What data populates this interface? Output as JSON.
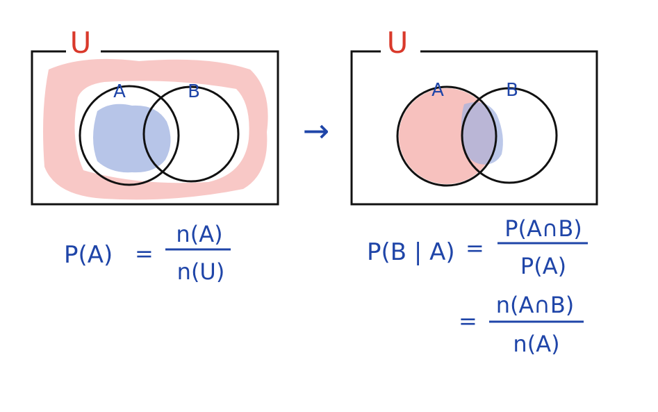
{
  "colors": {
    "ink": "#111111",
    "blue_ink": "#1f45a8",
    "red_ink": "#d9392b",
    "pink_fill": "#f4a7a3",
    "blue_fill": "#9fb1e0"
  },
  "left_diagram": {
    "universe_label": "U",
    "set_a_label": "A",
    "set_b_label": "B"
  },
  "right_diagram": {
    "universe_label": "U",
    "set_a_label": "A",
    "set_b_label": "B"
  },
  "arrow_glyph": "→",
  "formula_left": {
    "lhs": "P(A)",
    "equals": "=",
    "numerator": "n(A)",
    "denominator": "n(U)"
  },
  "formula_right": {
    "lhs": "P(B | A)",
    "equals1": "=",
    "numerator1": "P(A∩B)",
    "denominator1": "P(A)",
    "equals2": "=",
    "numerator2": "n(A∩B)",
    "denominator2": "n(A)"
  }
}
